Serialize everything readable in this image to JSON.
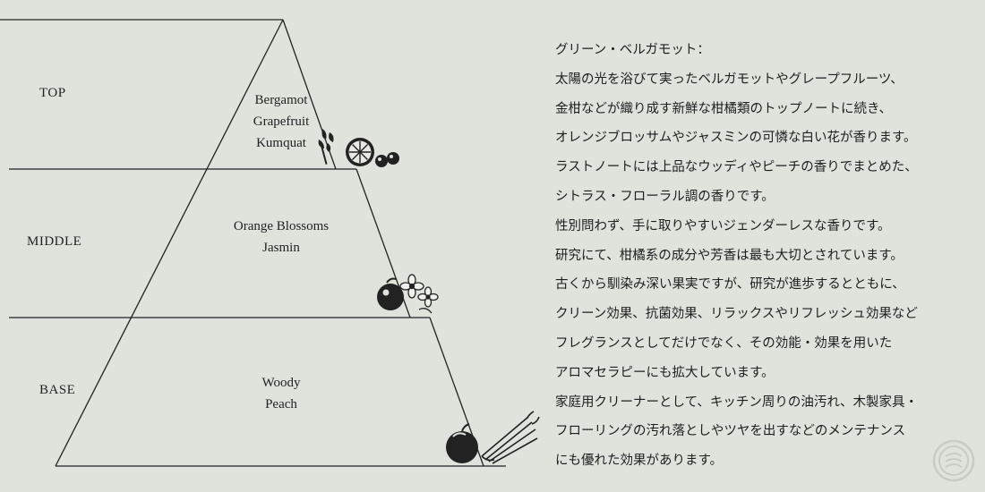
{
  "pyramid": {
    "tiers": [
      {
        "label": "TOP",
        "notes": [
          "Bergamot",
          "Grapefruit",
          "Kumquat"
        ],
        "illustration": "citrus-fruits-illustration"
      },
      {
        "label": "MIDDLE",
        "notes": [
          "Orange Blossoms",
          "Jasmin"
        ],
        "illustration": "blossom-illustration"
      },
      {
        "label": "BASE",
        "notes": [
          "Woody",
          "Peach"
        ],
        "illustration": "peach-wood-illustration"
      }
    ]
  },
  "description": {
    "lines": [
      "グリーン・ベルガモット：",
      "太陽の光を浴びて実ったベルガモットやグレープフルーツ、",
      "金柑などが織り成す新鮮な柑橘類のトップノートに続き、",
      "オレンジブロッサムやジャスミンの可憐な白い花が香ります。",
      "ラストノートには上品なウッディやピーチの香りでまとめた、",
      "シトラス・フローラル調の香りです。",
      "性別問わず、手に取りやすいジェンダーレスな香りです。",
      "研究にて、柑橘系の成分や芳香は最も大切とされています。",
      "古くから馴染み深い果実ですが、研究が進歩するとともに、",
      "クリーン効果、抗菌効果、リラックスやリフレッシュ効果など",
      "フレグランスとしてだけでなく、その効能・効果を用いた",
      "アロマセラピーにも拡大しています。",
      "家庭用クリーナーとして、キッチン周りの油汚れ、木製家具・",
      "フローリングの汚れ落としやツヤを出すなどのメンテナンス",
      "にも優れた効果があります。"
    ]
  },
  "colors": {
    "background": "#dfe3dc",
    "ink": "#222222",
    "seal": "#c8ccc5"
  },
  "icons": {
    "corner_mark": "brand-seal-icon"
  }
}
